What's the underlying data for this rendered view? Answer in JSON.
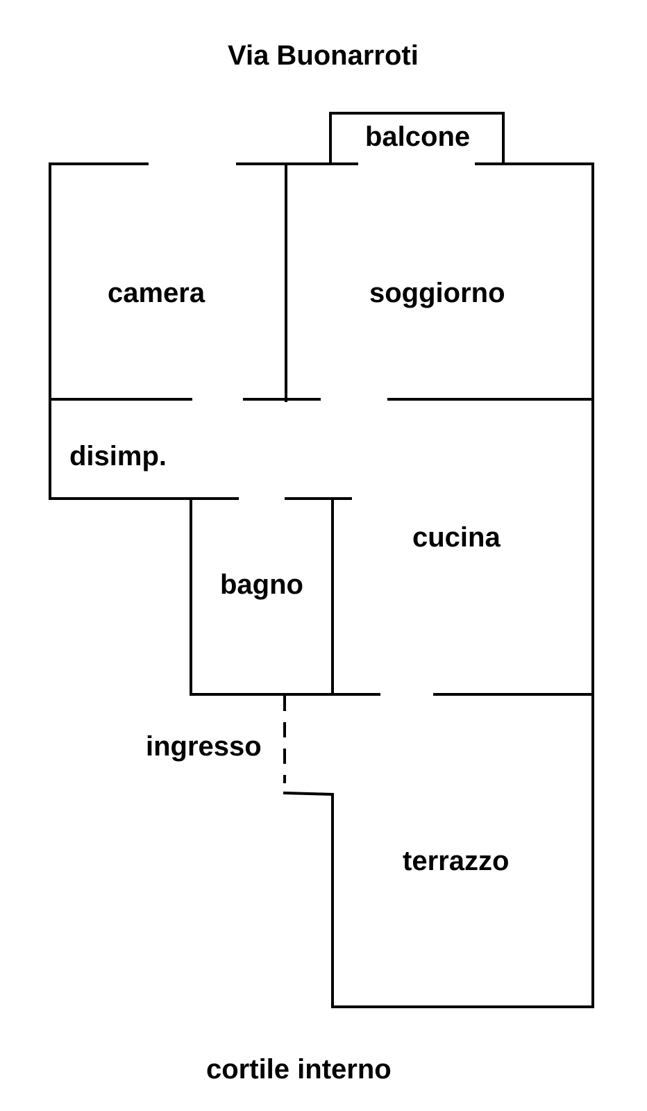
{
  "plan": {
    "street_label": "Via Buonarroti",
    "courtyard_label": "cortile interno",
    "rooms": {
      "balcone": "balcone",
      "camera": "camera",
      "soggiorno": "soggiorno",
      "disimp": "disimp.",
      "cucina": "cucina",
      "bagno": "bagno",
      "ingresso": "ingresso",
      "terrazzo": "terrazzo"
    }
  }
}
